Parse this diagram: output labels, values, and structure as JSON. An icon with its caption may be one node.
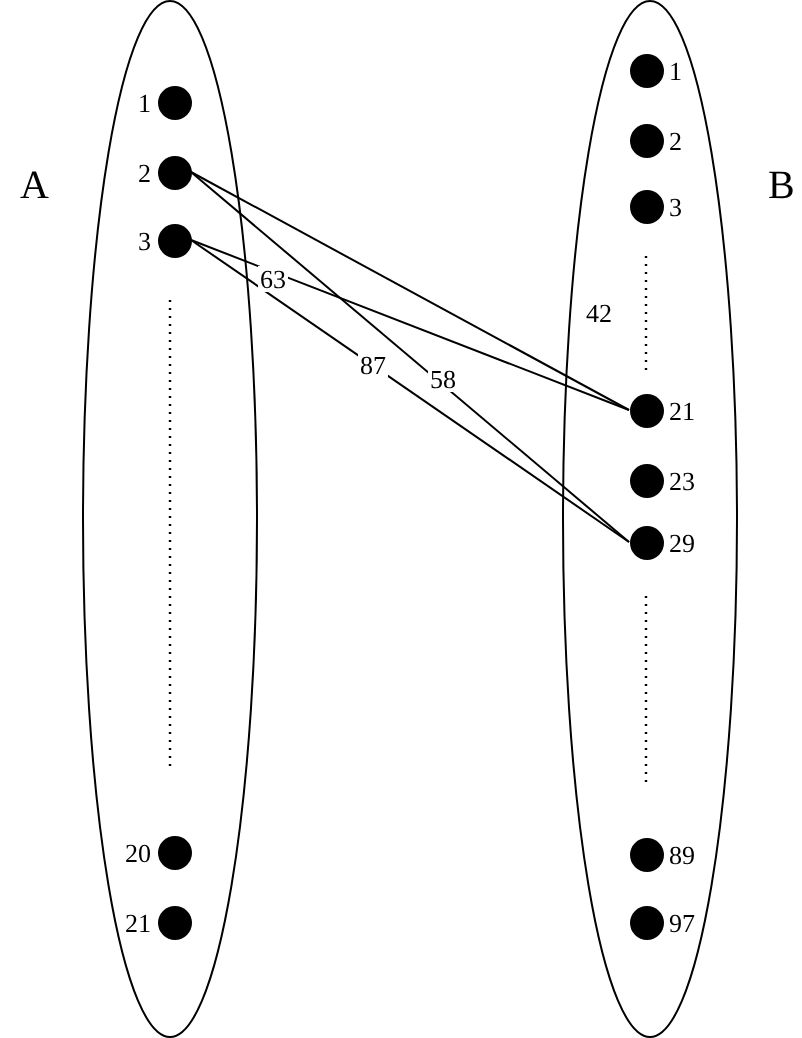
{
  "diagram": {
    "nodes": [
      {
        "text": [
          "A"
        ]
      },
      {
        "text": [
          "1"
        ],
        "in": 0
      },
      {
        "text": [
          "2"
        ],
        "in": 0
      },
      {
        "text": [
          "3"
        ],
        "in": 0
      },
      {
        "text": [
          "20"
        ],
        "in": 0
      },
      {
        "text": [
          "21"
        ],
        "in": 0
      },
      {
        "text": [
          "B"
        ]
      },
      {
        "text": [
          "1"
        ],
        "in": 6
      },
      {
        "text": [
          "2"
        ],
        "in": 6
      },
      {
        "text": [
          "3"
        ],
        "in": 6
      },
      {
        "text": [
          "21"
        ],
        "in": 6
      },
      {
        "text": [
          "23"
        ],
        "in": 6
      },
      {
        "text": [
          "29"
        ],
        "in": 6
      },
      {
        "text": [
          "89"
        ],
        "in": 6
      },
      {
        "text": [
          "97"
        ],
        "in": 6
      }
    ],
    "edges": [
      {
        "from": 2,
        "to": 10,
        "arrow": "none",
        "label": "42"
      },
      {
        "from": 2,
        "to": 12,
        "arrow": "none",
        "label": "58"
      },
      {
        "from": 3,
        "to": 10,
        "arrow": "none",
        "label": "63"
      },
      {
        "from": 3,
        "to": 12,
        "arrow": "none",
        "label": "87"
      }
    ]
  }
}
